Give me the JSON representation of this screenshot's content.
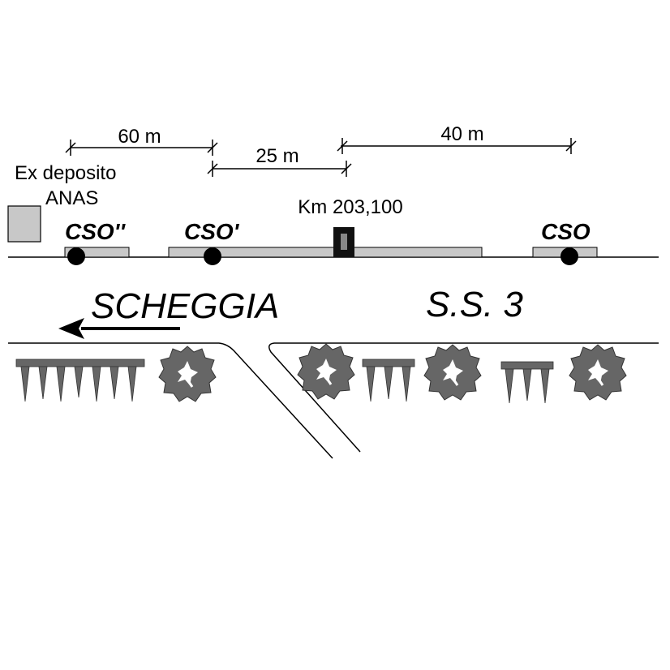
{
  "dimensions": {
    "d1": "60 m",
    "d2": "25 m",
    "d3": "40 m"
  },
  "labels": {
    "depot_line1": "Ex deposito",
    "depot_line2": "ANAS",
    "km_marker": "Km 203,100",
    "cso_left": "CSO''",
    "cso_mid": "CSO'",
    "cso_right": "CSO",
    "town": "SCHEGGIA",
    "road": "S.S. 3"
  },
  "colors": {
    "ink": "#000000",
    "gray_fill": "#c8c8c8",
    "vegetation": "#666666"
  },
  "icons": {
    "direction_arrow": "arrow-left-icon",
    "hedge": "hedge-icon",
    "tree": "tree-icon"
  }
}
